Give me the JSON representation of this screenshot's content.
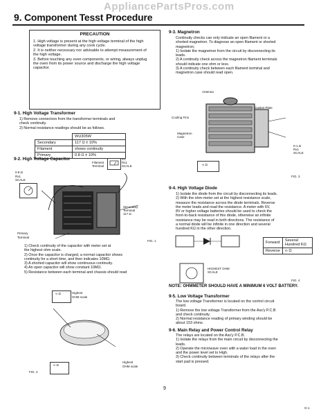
{
  "watermark": "AppliancePartsPros.com",
  "page_title": "9. Component Tesst Procedure",
  "precaution": {
    "heading": "PRECAUTION",
    "items": [
      "1. High voltage is present at the high voltage terminal of the high",
      "    voltage transformer during any cook cycle.",
      "2. It is neither necessary nor advisable to attempt measurement of",
      "    the high voltage.",
      "3. Before touching any oven components, or wiring, always unplug",
      "    the oven from its power source and discharge the high voltage",
      "    capacitor."
    ]
  },
  "hv_transformer": {
    "heading": "9-1. High Voltage Transformer",
    "lines": [
      "1) Remove connectors from the transformer terminals and",
      "    check continuity.",
      "2) Normal resistance readings should be as follows."
    ],
    "table_header": "WU305W",
    "rows": [
      {
        "label": "Secondary",
        "value": "117 Ω ± 10%"
      },
      {
        "label": "Filament",
        "value": "shows continuity"
      },
      {
        "label": "Primary",
        "value": "0.8 Ω ± 10%"
      }
    ]
  },
  "hv_capacitor": {
    "heading": "9-2. High Voltage Capacitor",
    "meter_scale_left": [
      "0.8 Ω",
      "Rx1",
      "SCALE"
    ],
    "meter_scale_right": [
      "Filament",
      "Terminal"
    ],
    "meter_right_scale": [
      "X1",
      "Rx1",
      "SCALE"
    ],
    "label_secondary": [
      "Secondary",
      "Terminal",
      "117 Ω"
    ],
    "label_primary": [
      "Primary",
      "Terminal"
    ],
    "fig_id": "FIG. 1",
    "lines": [
      "1) Check continuity of the capacitor with meter set at",
      "    the highest ohm scale.",
      "2) Once the capacitor is charged, a normal capacitor shows",
      "    continuity for a short time, and then indicates 10MΩ.",
      "3) A shorted capacitor will show continuous continuity.",
      "4) An open capacitor will show constant 10MΩ.",
      "5) Resistance between each terminal and chassis should read"
    ],
    "meter_top_label": [
      "Highest",
      "OHM scale"
    ],
    "meter_bottom_label": [
      "Highest",
      "OHM scale"
    ],
    "meter_top_value": "∞ Ω",
    "meter_bottom_value": "∞ Ω",
    "fig_id2": "FIG. 2"
  },
  "magnetron": {
    "heading": "9-3. Magnetron",
    "lines": [
      "Continuity checks can only indicate an open filament or a",
      "shorted magnetron. To diagnose an open filament or shorted",
      "magnetron;",
      "1) Isolate the magnetron from the circuit by disconnecting its",
      "    leads.",
      "2) A continuity check across the magnetron filament terminals",
      "    should indicate one ohm or less.",
      "3) A continuity check between each filament terminal and",
      "    magnetron case should read open."
    ],
    "labels": {
      "antenna": "Antenna",
      "gasket": "Gasket Plate",
      "cooling": "Cooling Fins",
      "case": [
        "Magnetron",
        "Case"
      ],
      "meter_value": "∞ Ω",
      "scale": [
        "0-1 Ω",
        "Rx1",
        "SCALE"
      ],
      "fig": "FIG. 3"
    }
  },
  "hv_diode": {
    "heading": "9-4. High Voltage Diode",
    "lines": [
      "1) Isolate the diode from the circuit by disconnecting its leads.",
      "2) With the ohm-meter set at the highest resistance scale,",
      "    measure the resistance across the diode terminals. Reverse",
      "    the meter leads and read the resistance. A meter with 6V,",
      "    8V or higher voltage batteries should be used to check the",
      "    front-to-back resistance of this diode, otherwise an infinite",
      "    resistance may be read in both directions. The resistance of",
      "    a normal diode will be infinite in one direction and several",
      "    hundred KΩ in the other direction."
    ],
    "table": [
      {
        "label": "Forward",
        "value": "Several Hundred KΩ"
      },
      {
        "label": "Reverse",
        "value": "∞ Ω"
      }
    ],
    "meter_label": [
      "HIGHEST OHM",
      "SCALE"
    ],
    "note": "NOTE: OHMMETER SHOULD HAVE A MINIMUM 6 VOLT BATTERY.",
    "fig": "FIG. 4"
  },
  "lv_transformer": {
    "heading": "9-5. Low Voltage Transformer",
    "lines": [
      "The low voltage Transformer is located on the control circuit",
      "board.",
      "1) Remove the low voltage Transformer from the Ass'y P.C.B",
      "    and check continuity.",
      "2) Normal resistance reading of primary winding should be",
      "    about 153 ohms."
    ]
  },
  "main_relay": {
    "heading": "9-6. Main Relay and Power Control Relay",
    "lines": [
      "The relays are located on the Ass'y P.C.B.",
      "1) Isolate the relays from the main circuit by disconnecting the",
      "    leads.",
      "2) Operate the microwave oven with a water load in the oven",
      "    and the power level set to High.",
      "3) Check continuity between terminals of the relays after the",
      "    start pad is pressed."
    ]
  },
  "page_number": "9",
  "corner_mark": "G-1"
}
